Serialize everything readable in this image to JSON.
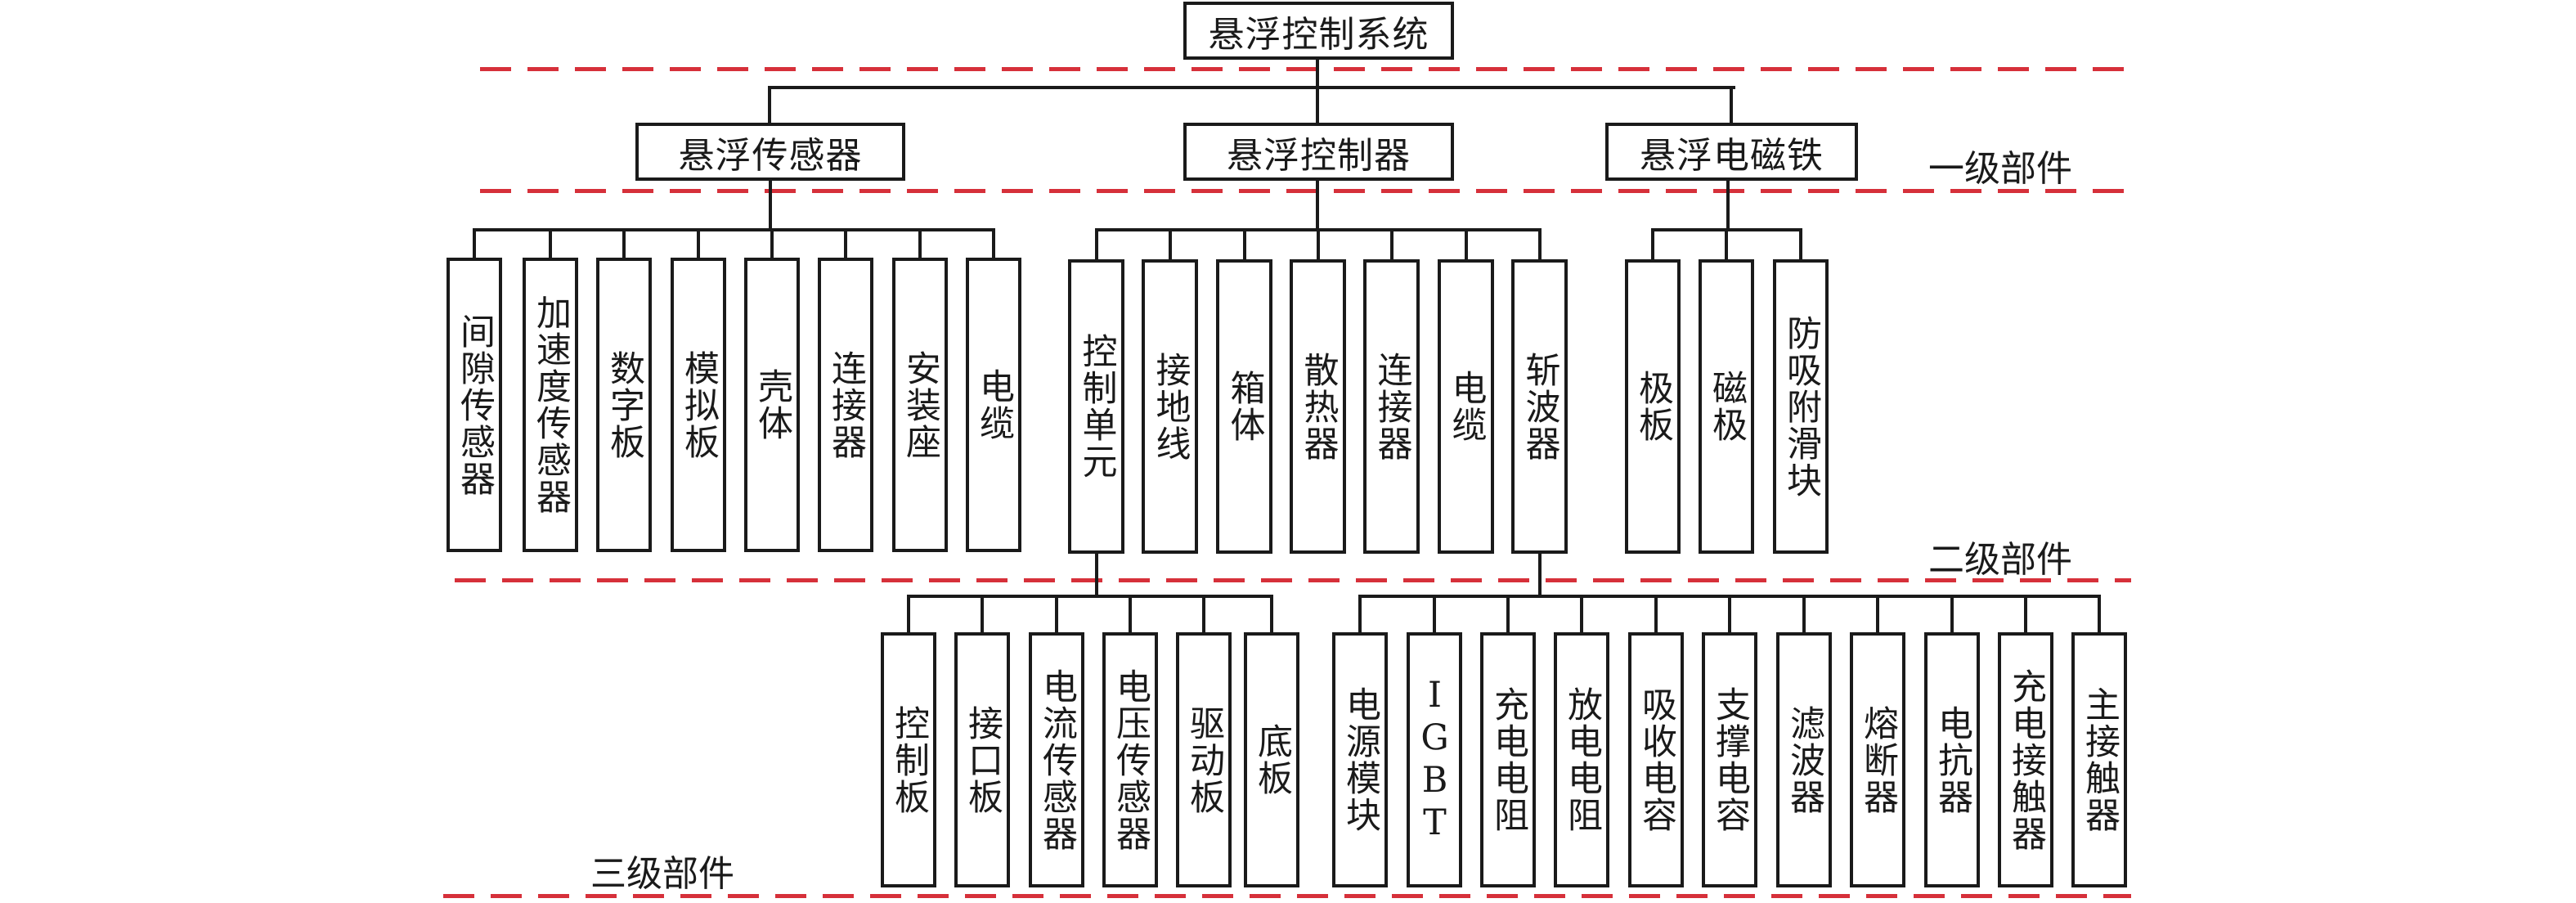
{
  "diagram": {
    "root": {
      "label": "悬浮控制系统"
    },
    "level_labels": {
      "level1": "一级部件",
      "level2": "二级部件",
      "level3": "三级部件"
    },
    "level1": [
      {
        "label": "悬浮传感器",
        "children": [
          "间隙传感器",
          "加速度传感器",
          "数字板",
          "模拟板",
          "壳体",
          "连接器",
          "安装座",
          "电缆"
        ]
      },
      {
        "label": "悬浮控制器",
        "children": [
          "控制单元",
          "接地线",
          "箱体",
          "散热器",
          "连接器",
          "电缆",
          "斩波器"
        ]
      },
      {
        "label": "悬浮电磁铁",
        "children": [
          "极板",
          "磁极",
          "防吸附滑块"
        ]
      }
    ],
    "level3": {
      "control_unit": {
        "parent": "控制单元",
        "children": [
          "控制板",
          "接口板",
          "电流传感器",
          "电压传感器",
          "驱动板",
          "底板"
        ]
      },
      "chopper": {
        "parent": "斩波器",
        "children": [
          "电源模块",
          "IGBT",
          "充电电阻",
          "放电电阻",
          "吸收电容",
          "支撑电容",
          "滤波器",
          "熔断器",
          "电抗器",
          "充电接触器",
          "主接触器"
        ]
      }
    },
    "colors": {
      "line": "#1a1a1a",
      "level_divider": "#d6303a"
    }
  }
}
